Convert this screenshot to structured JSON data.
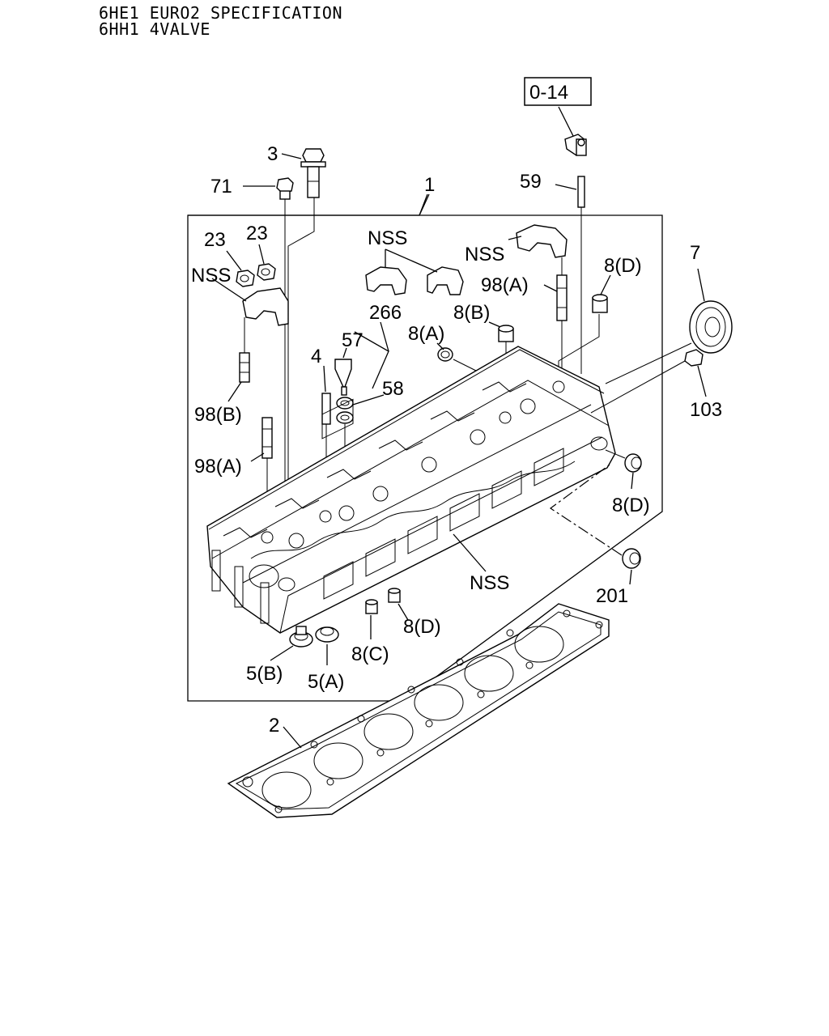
{
  "header": {
    "line1": "6HE1 EURO2 SPECIFICATION",
    "line2": "6HH1 4VALVE"
  },
  "ref_box": "0-14",
  "labels": {
    "l3": "3",
    "l71": "71",
    "l1": "1",
    "l59": "59",
    "l23a": "23",
    "l23b": "23",
    "nss1": "NSS",
    "nss2": "NSS",
    "nss3": "NSS",
    "nss4": "NSS",
    "l98a_top": "98(A)",
    "l8d_top": "8(D)",
    "l7": "7",
    "l266": "266",
    "l8b": "8(B)",
    "l8a": "8(A)",
    "l57": "57",
    "l4": "4",
    "l58": "58",
    "l98b": "98(B)",
    "l98a_left": "98(A)",
    "l103": "103",
    "l8d_right": "8(D)",
    "l201": "201",
    "l8d_bottom": "8(D)",
    "l8c": "8(C)",
    "l5b": "5(B)",
    "l5a": "5(A)",
    "l2": "2"
  }
}
